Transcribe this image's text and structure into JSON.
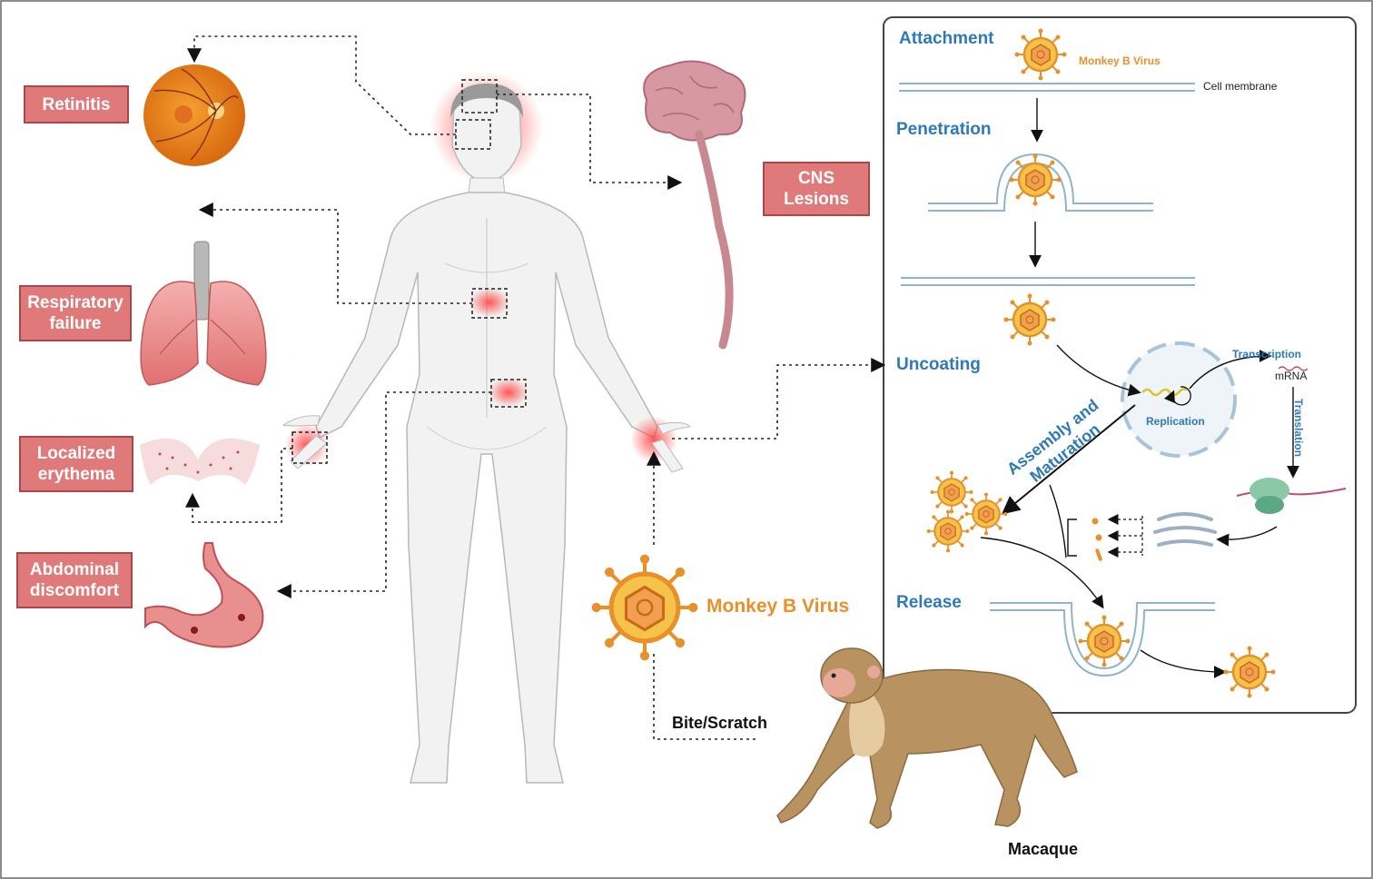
{
  "symptoms": {
    "retinitis": "Retinitis",
    "cns_line1": "CNS",
    "cns_line2": "Lesions",
    "respiratory_line1": "Respiratory",
    "respiratory_line2": "failure",
    "erythema_line1": "Localized",
    "erythema_line2": "erythema",
    "abdominal_line1": "Abdominal",
    "abdominal_line2": "discomfort"
  },
  "transmission": {
    "virus_label": "Monkey B Virus",
    "route_label": "Bite/Scratch",
    "host_label": "Macaque"
  },
  "lifecycle": {
    "attachment": "Attachment",
    "penetration": "Penetration",
    "uncoating": "Uncoating",
    "release": "Release",
    "virus_small": "Monkey B Virus",
    "cell_membrane": "Cell membrane",
    "replication": "Replication",
    "transcription": "Transcription",
    "mrna": "mRNA",
    "translation": "Translation",
    "assembly_line1": "Assembly and",
    "assembly_line2": "Maturation"
  },
  "colors": {
    "label_fill": "#e07a7a",
    "label_border": "#a84848",
    "stage_blue": "#2f79b8",
    "virus_orange": "#e8902a"
  }
}
